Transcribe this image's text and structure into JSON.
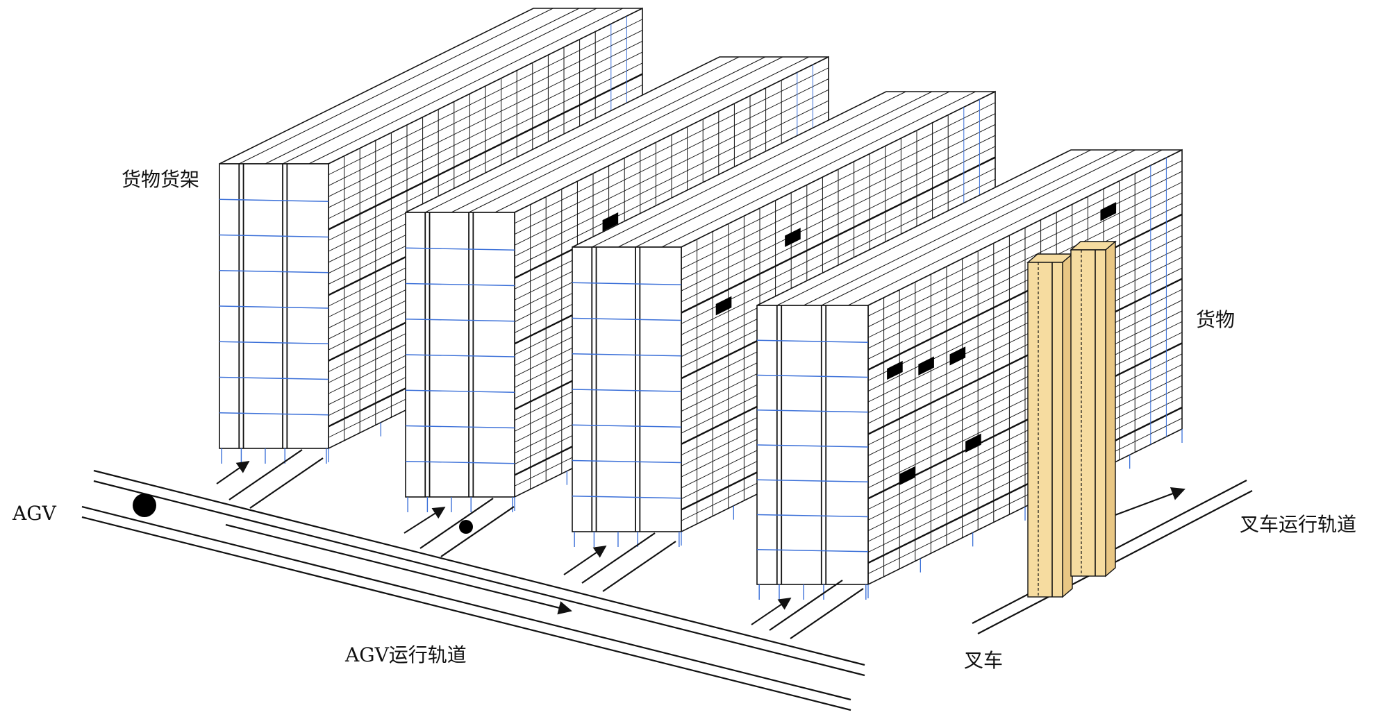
{
  "labels": {
    "rack": "货物货架",
    "cargo": "货物",
    "agv": "AGV",
    "agv_track": "AGV运行轨道",
    "forklift": "叉车",
    "forklift_track": "叉车运行轨道"
  },
  "colors": {
    "line": "#111111",
    "grid_blue": "#3a6fd8",
    "forklift_fill": "#f6dca0",
    "forklift_side": "#e9c784",
    "cargo": "#000000",
    "background": "#ffffff"
  },
  "racks_count": 4,
  "agv_vehicles_count": 2,
  "forklift_masts_count": 2
}
